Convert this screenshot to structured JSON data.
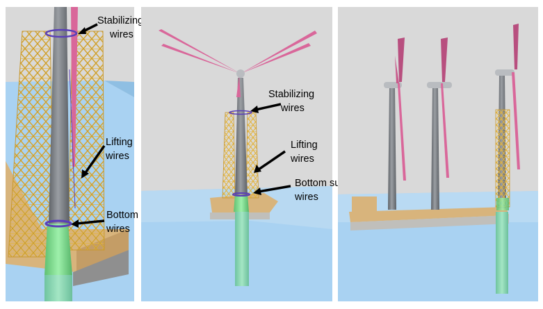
{
  "colors": {
    "tower_grey": "#7d8186",
    "truss_yellow": "#e3b43f",
    "barge_tan": "#d8b47c",
    "blade_pink": "#d9679a",
    "hull_green": "#7fd88f",
    "water_blue": "#a9d2f2",
    "sky_grey": "#d9d9d9",
    "wire_purple": "#5a3fb8",
    "arrow_black": "#000000"
  },
  "panels": {
    "left": {
      "labels": {
        "stabilizing": [
          "Stabilizing",
          "wires"
        ],
        "lifting": [
          "Lifting",
          "wires"
        ],
        "bottom_surge": [
          "Bottom surge",
          "wires"
        ]
      }
    },
    "middle": {
      "labels": {
        "stabilizing": [
          "Stabilizing",
          "wires"
        ],
        "lifting": [
          "Lifting",
          "wires"
        ],
        "bottom_surge": [
          "Bottom surge",
          "wires"
        ]
      }
    },
    "right": {
      "turbine_count": 3
    }
  }
}
